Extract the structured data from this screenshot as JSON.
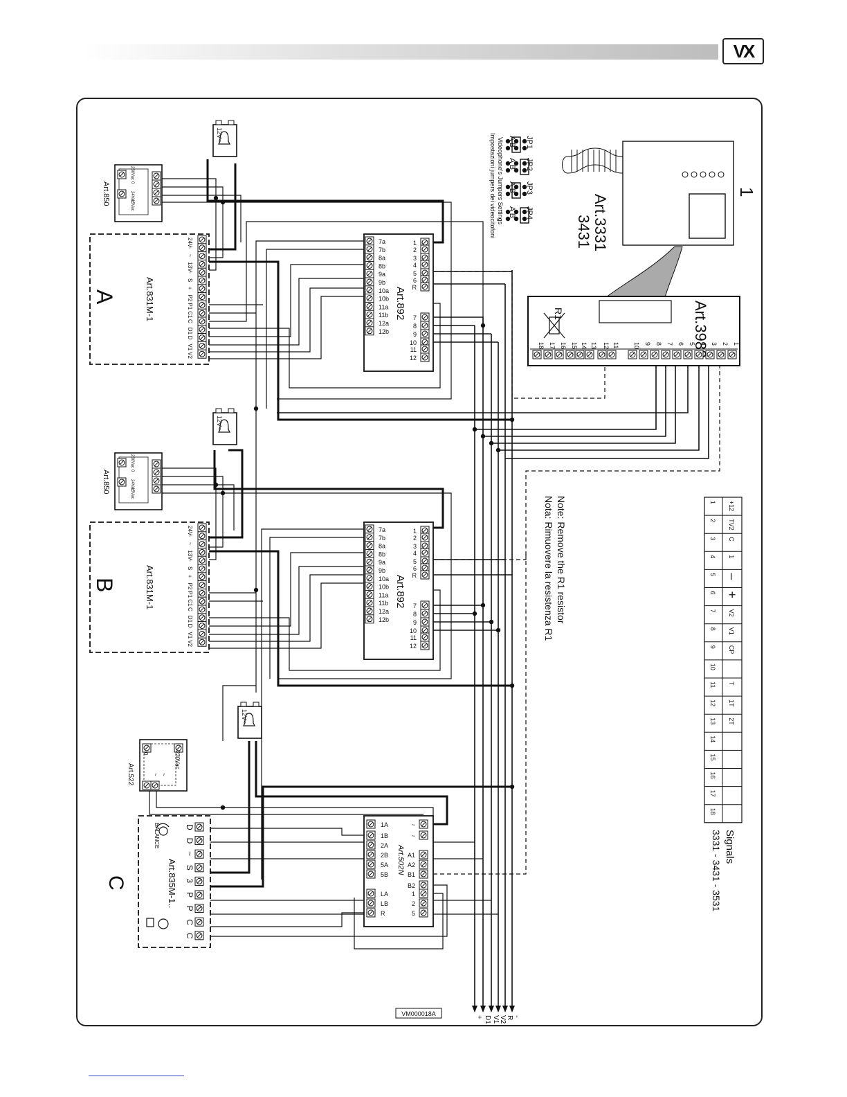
{
  "header": {
    "logo": "VX"
  },
  "videophone": {
    "number": "1",
    "model_a": "Art.3331",
    "model_b": "3431",
    "jumpers": {
      "names": [
        "JP1",
        "JP2",
        "JP3",
        "JP4"
      ],
      "settings_en": "Videophone's Jumpers Settings",
      "settings_it": "Impostazioni jumpers dei videocitofoni",
      "rows": [
        "A B",
        "A B",
        "A B",
        "A B"
      ]
    }
  },
  "art3980": {
    "label": "Art.3980",
    "resistor": "R1",
    "terminals": [
      "1",
      "2",
      "3",
      "4",
      "5",
      "6",
      "7",
      "8",
      "9",
      "10",
      "11",
      "12",
      "13",
      "14",
      "15",
      "16",
      "17",
      "18"
    ]
  },
  "note": {
    "en": "Note: Remove the R1 resistor",
    "it": "Nota: Rimuovere la resistenza R1"
  },
  "signals": {
    "title": "Signals",
    "models": "3331 - 3431 - 3531",
    "numbers": [
      "1",
      "2",
      "3",
      "4",
      "5",
      "6",
      "7",
      "8",
      "9",
      "10",
      "11",
      "12",
      "13",
      "14",
      "15",
      "16",
      "17",
      "18"
    ],
    "names": [
      "+12",
      "TV2",
      "C",
      "1",
      "–",
      "+",
      "V2",
      "V1",
      "CP",
      "",
      "T",
      "1T",
      "2T",
      "",
      "",
      "",
      "",
      ""
    ]
  },
  "units": [
    {
      "letter": "A",
      "module": "Art.831M-1",
      "psu": "Art.850",
      "bell": "12V~",
      "art892": "Art.892"
    },
    {
      "letter": "B",
      "module": "Art.831M-1",
      "psu": "Art.850",
      "bell": "12V~",
      "art892": "Art.892"
    }
  ],
  "art850": {
    "terms": [
      "230Vac",
      "0",
      "24Vac",
      "15Vac"
    ]
  },
  "art831": {
    "terms": [
      "24V",
      "~",
      "~",
      "13V",
      "~",
      "S",
      "+",
      "P2",
      "P1",
      "C1",
      "C",
      "D1",
      "D",
      "V1",
      "V2"
    ]
  },
  "art892": {
    "left": [
      "7a",
      "7b",
      "8a",
      "8b",
      "9a",
      "9b",
      "10a",
      "10b",
      "11a",
      "11b",
      "12a",
      "12b"
    ],
    "right": [
      "1",
      "2",
      "3",
      "4",
      "5",
      "6",
      "R",
      "7",
      "8",
      "9",
      "10",
      "11",
      "12"
    ]
  },
  "unitC": {
    "letter": "C",
    "module": "Art.835M-1..",
    "balance": "BALANCE",
    "psu": "Art.522",
    "psu_terms": [
      "230Vac",
      "0",
      "~",
      "~"
    ],
    "bell": "12V~",
    "terms": [
      "D",
      "D",
      "~",
      "S",
      "3",
      "P",
      "P",
      "C",
      "C"
    ],
    "art502": "Art.502N",
    "art502_left": [
      "1A",
      "1B",
      "2A",
      "2B",
      "5A",
      "5B",
      "LA",
      "LB",
      "R"
    ],
    "art502_right": [
      "~",
      "~",
      "A1",
      "A2",
      "B1",
      "B2",
      "1",
      "2",
      "5"
    ]
  },
  "bus": {
    "labels": [
      "-",
      "R",
      "V2",
      "V1",
      "D1",
      "+"
    ]
  },
  "doc_code": "VM000018A"
}
